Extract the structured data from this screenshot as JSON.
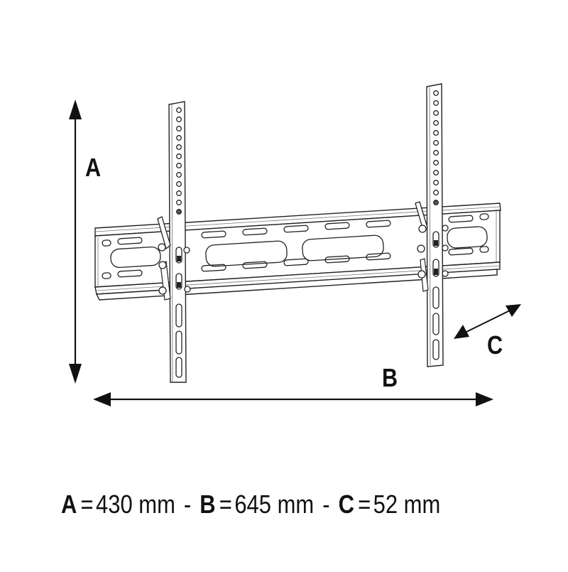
{
  "figure": {
    "subject": "tilting TV wall mount bracket",
    "labels": {
      "a": "A",
      "b": "B",
      "c": "C"
    },
    "caption": {
      "items": [
        {
          "key": "A",
          "equals": "=",
          "value": "430 mm"
        },
        {
          "key": "B",
          "equals": "=",
          "value": "645 mm"
        },
        {
          "key": "C",
          "equals": "=",
          "value": "52 mm"
        }
      ],
      "separator": "-"
    },
    "colors": {
      "line": "#111111",
      "background": "#ffffff",
      "shade": "#9a9a9a"
    }
  }
}
